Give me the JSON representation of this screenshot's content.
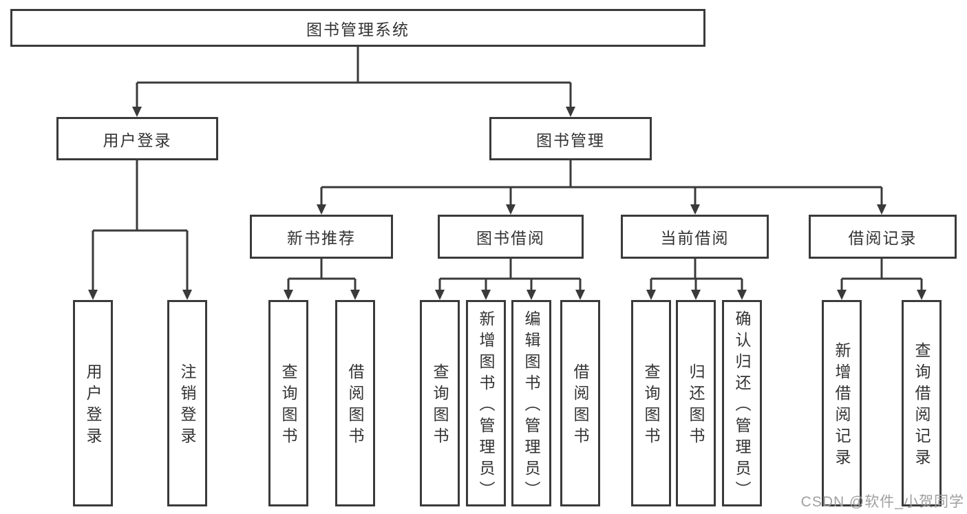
{
  "diagram": {
    "root": "图书管理系统",
    "user_login": {
      "label": "用户登录",
      "children": [
        "用户登录",
        "注销登录"
      ]
    },
    "book_management": {
      "label": "图书管理",
      "groups": [
        {
          "label": "新书推荐",
          "children": [
            "查询图书",
            "借阅图书"
          ]
        },
        {
          "label": "图书借阅",
          "children": [
            "查询图书",
            "新增图书（管理员）",
            "编辑图书（管理员）",
            "借阅图书"
          ]
        },
        {
          "label": "当前借阅",
          "children": [
            "查询图书",
            "归还图书",
            "确认归还（管理员）"
          ]
        },
        {
          "label": "借阅记录",
          "children": [
            "新增借阅记录",
            "查询借阅记录"
          ]
        }
      ]
    }
  },
  "watermark": {
    "text": "CSDN @软件_小贺同学"
  },
  "colors": {
    "line": "#3a3a3a",
    "text": "#333333",
    "background": "#ffffff",
    "watermark": "#9f9f9f"
  }
}
